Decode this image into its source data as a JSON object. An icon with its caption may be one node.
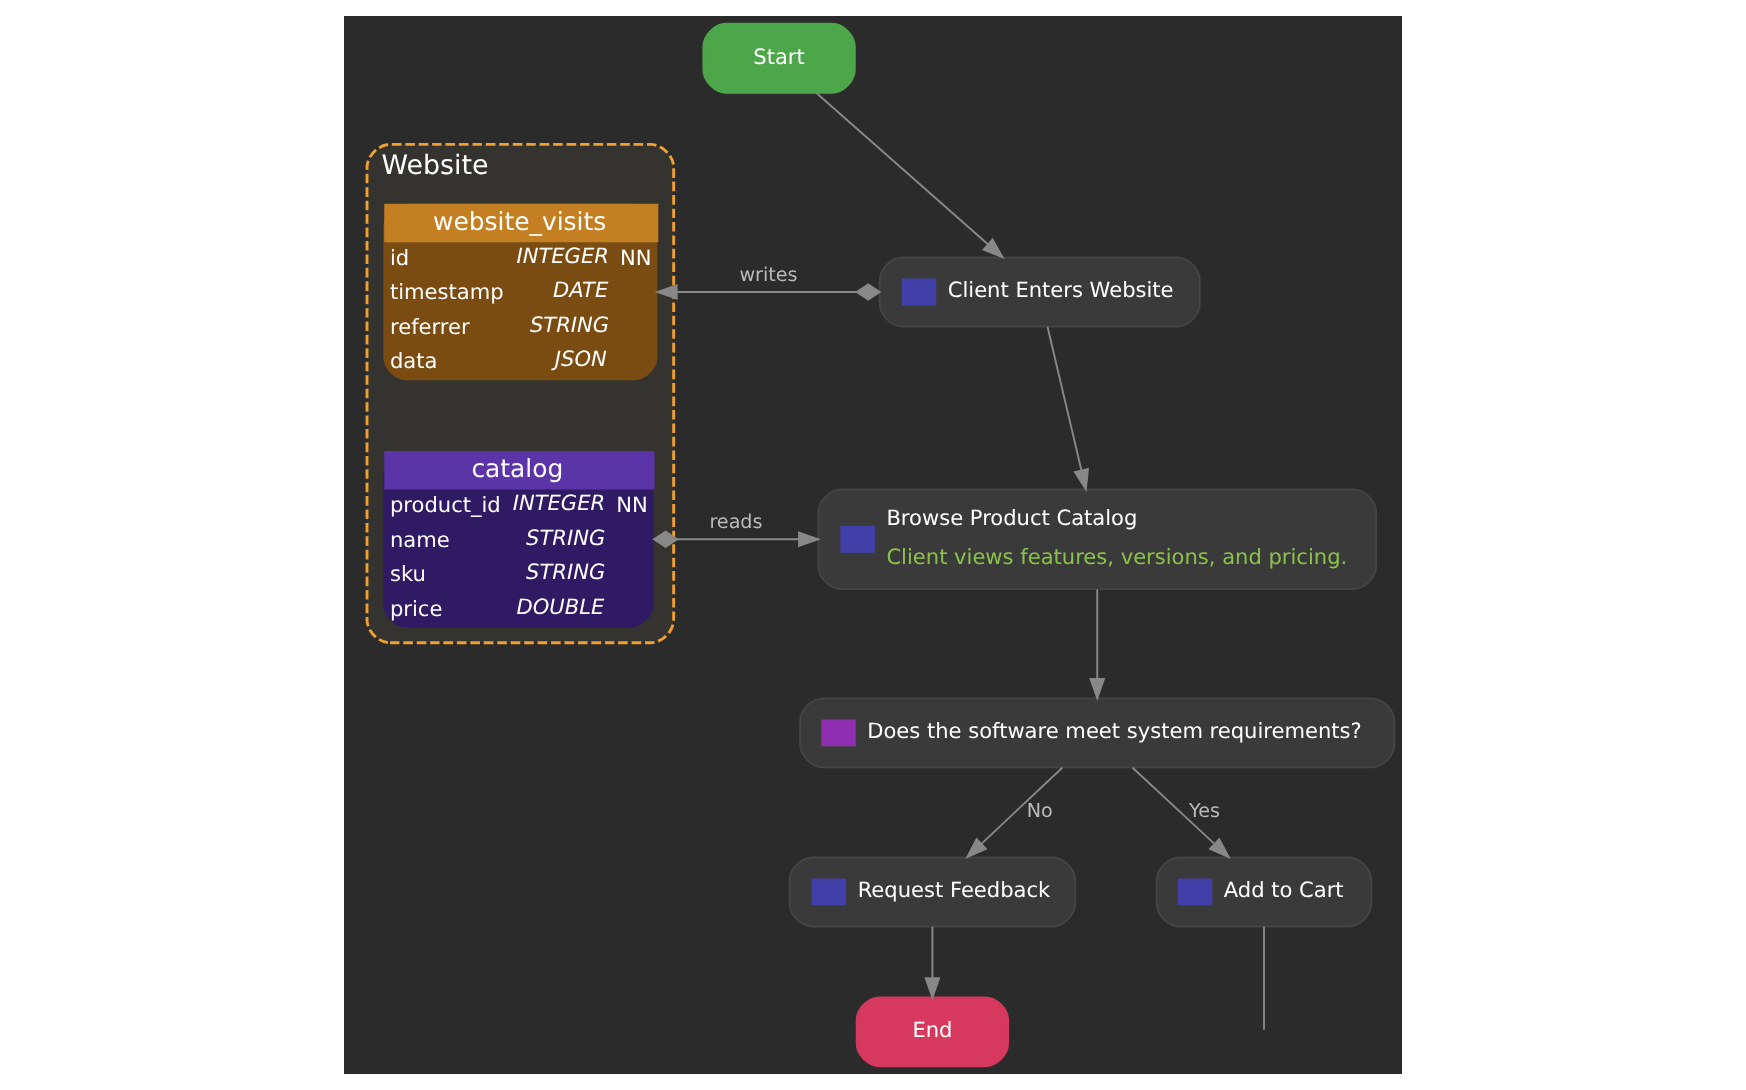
{
  "diagram": {
    "nodes": [
      {
        "text": [
          "Website"
        ]
      },
      {
        "text": [
          "website_visits",
          "id",
          "INTEGER",
          "NN",
          "timestamp",
          "DATE",
          "referrer",
          "STRING",
          "data",
          "JSON"
        ],
        "in": 0
      },
      {
        "text": [
          "catalog",
          "product_id",
          "INTEGER",
          "NN",
          "name",
          "STRING",
          "sku",
          "STRING",
          "price",
          "DOUBLE"
        ],
        "in": 0
      },
      {
        "text": [
          "Start"
        ]
      },
      {
        "text": [
          "Client Enters Website"
        ]
      },
      {
        "text": [
          "Browse Product Catalog",
          "Client views features, versions, and pricing."
        ]
      },
      {
        "text": [
          "Does the software meet system requirements?"
        ]
      },
      {
        "text": [
          "Request Feedback"
        ]
      },
      {
        "text": [
          "End"
        ]
      },
      {
        "text": [
          "Add to Cart"
        ]
      }
    ],
    "edges": [
      {
        "from": 3,
        "to": 4,
        "arrow": "to"
      },
      {
        "from": 4,
        "to": 1,
        "arrow": "to",
        "label": "writes"
      },
      {
        "from": 4,
        "to": 5,
        "arrow": "to"
      },
      {
        "from": 2,
        "to": 5,
        "arrow": "to",
        "label": "reads"
      },
      {
        "from": 5,
        "to": 6,
        "arrow": "to"
      },
      {
        "from": 6,
        "to": 7,
        "arrow": "to",
        "label": "No"
      },
      {
        "from": 7,
        "to": 8,
        "arrow": "to"
      },
      {
        "from": 6,
        "to": 9,
        "arrow": "to",
        "label": "Yes"
      },
      {
        "from": 9,
        "to": null,
        "arrow": "none"
      }
    ]
  }
}
